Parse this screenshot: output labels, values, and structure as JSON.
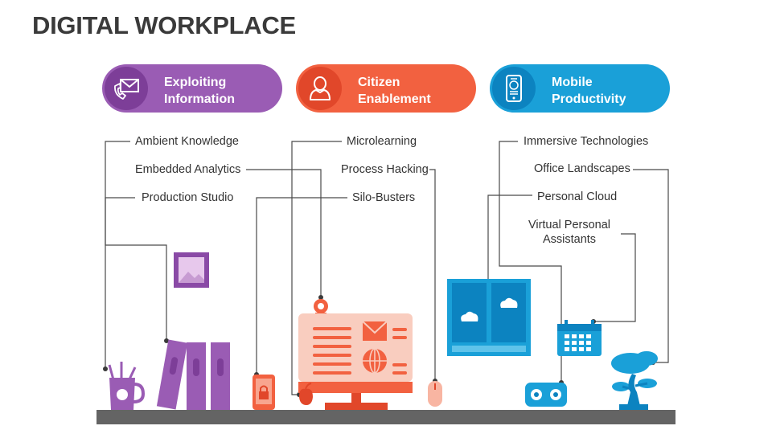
{
  "title": "DIGITAL WORKPLACE",
  "colors": {
    "purple": "#9a5cb4",
    "purple_dark": "#7d3e98",
    "orange": "#f26140",
    "orange_dark": "#e1472a",
    "blue": "#1aa0d8",
    "blue_dark": "#0c83c0",
    "ground": "#646464",
    "text": "#333333"
  },
  "categories": [
    {
      "label": "Exploiting\nInformation",
      "icon": "envelope-phone-icon",
      "items": [
        "Ambient Knowledge",
        "Embedded Analytics",
        "Production Studio"
      ]
    },
    {
      "label": "Citizen\nEnablement",
      "icon": "person-icon",
      "items": [
        "Microlearning",
        "Process Hacking",
        "Silo-Busters"
      ]
    },
    {
      "label": "Mobile\nProductivity",
      "icon": "smartphone-icon",
      "items": [
        "Immersive Technologies",
        "Office Landscapes",
        "Personal Cloud",
        "Virtual Personal\nAssistants"
      ]
    }
  ]
}
